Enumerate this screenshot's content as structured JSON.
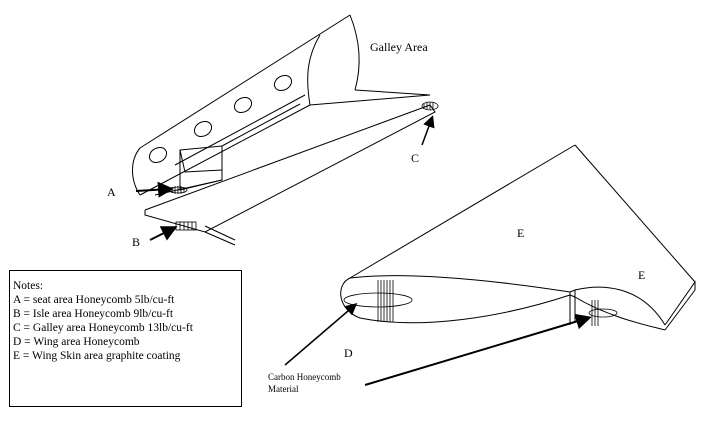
{
  "labels": {
    "galley_area": "Galley Area",
    "a": "A",
    "b": "B",
    "c": "C",
    "d": "D",
    "e_top": "E",
    "e_right": "E",
    "carbon_line1": "Carbon Honeycomb",
    "carbon_line2": "Material"
  },
  "notes": {
    "title": "Notes:",
    "items": [
      "A =  seat area Honeycomb 5lb/cu-ft",
      "B = Isle area Honeycomb 9lb/cu-ft",
      "C = Galley area Honeycomb 13lb/cu-ft",
      "D = Wing area Honeycomb",
      "E = Wing Skin area graphite coating"
    ]
  }
}
